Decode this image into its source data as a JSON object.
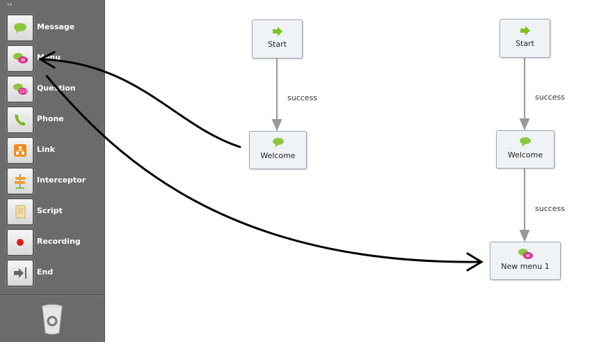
{
  "sidebar": {
    "collapse": "‹‹",
    "tools": [
      {
        "label": "Message",
        "icon": "message-icon"
      },
      {
        "label": "Menu",
        "icon": "menu-icon"
      },
      {
        "label": "Question",
        "icon": "question-icon"
      },
      {
        "label": "Phone",
        "icon": "phone-icon"
      },
      {
        "label": "Link",
        "icon": "link-icon"
      },
      {
        "label": "Interceptor",
        "icon": "signpost-icon"
      },
      {
        "label": "Script",
        "icon": "scroll-icon"
      },
      {
        "label": "Recording",
        "icon": "record-icon"
      },
      {
        "label": "End",
        "icon": "end-icon"
      }
    ]
  },
  "flow1": {
    "start": "Start",
    "edge": "success",
    "welcome": "Welcome"
  },
  "flow2": {
    "start": "Start",
    "edge1": "success",
    "welcome": "Welcome",
    "edge2": "success",
    "menu": "New menu 1"
  },
  "colors": {
    "sidebar": "#6b6b6b",
    "green": "#7ec21e",
    "pink": "#d6338f"
  }
}
